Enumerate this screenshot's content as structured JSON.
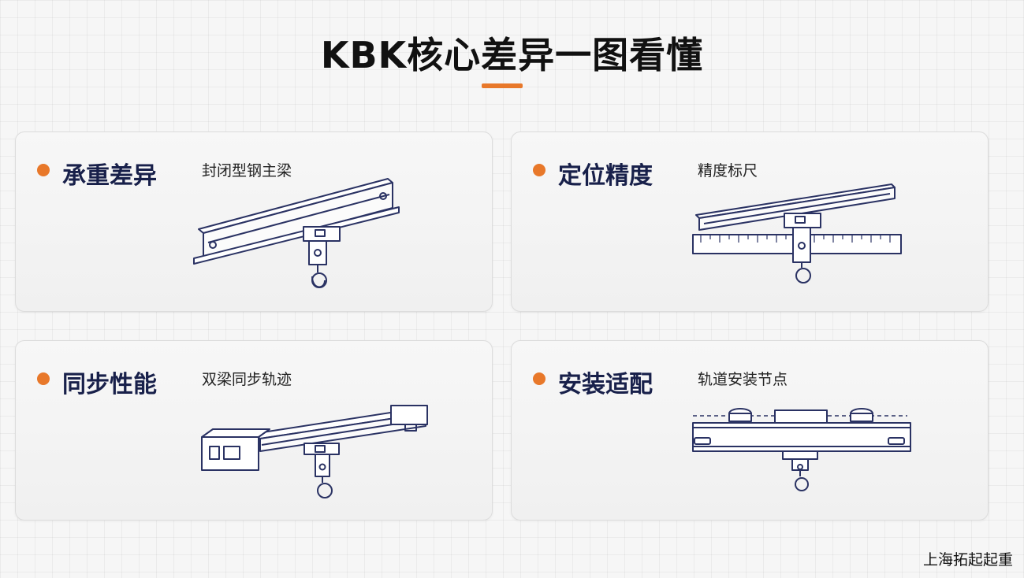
{
  "title": "KBK核心差异一图看懂",
  "accent_color": "#e8782a",
  "line_color": "#2a3263",
  "cards": [
    {
      "title": "承重差异",
      "subtitle": "封闭型钢主梁",
      "icon": "closed-steel-beam-icon"
    },
    {
      "title": "定位精度",
      "subtitle": "精度标尺",
      "icon": "precision-ruler-icon"
    },
    {
      "title": "同步性能",
      "subtitle": "双梁同步轨迹",
      "icon": "dual-beam-track-icon"
    },
    {
      "title": "安装适配",
      "subtitle": "轨道安装节点",
      "icon": "track-install-node-icon"
    }
  ],
  "footer": {
    "brand": "上海拓起起重"
  }
}
